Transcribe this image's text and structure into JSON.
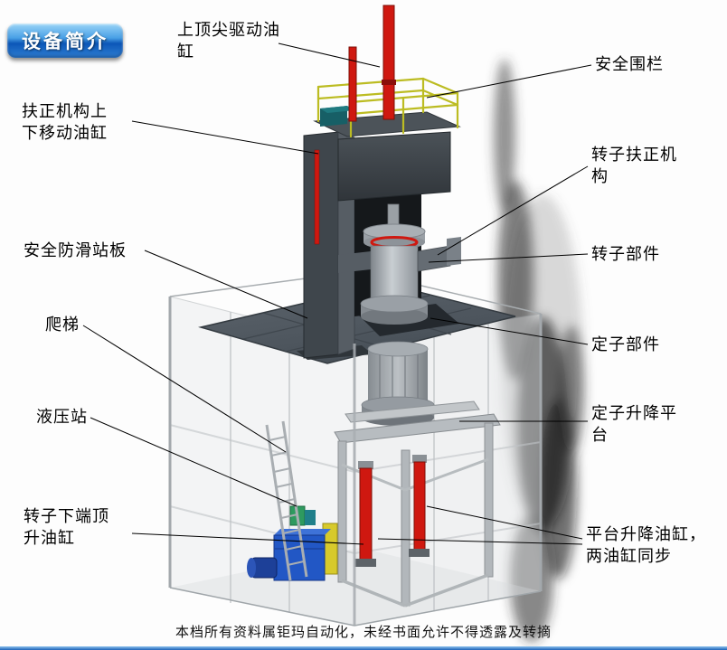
{
  "badge": {
    "label": "设备简介"
  },
  "labels": {
    "top_tip_cylinder": "上顶尖驱动油\n缸",
    "safety_fence": "安全围栏",
    "centering_move_cylinder": "扶正机构上\n下移动油缸",
    "rotor_centering_mechanism": "转子扶正机\n构",
    "antislip_platform": "安全防滑站板",
    "rotor_part": "转子部件",
    "ladder": "爬梯",
    "stator_part": "定子部件",
    "hydraulic_station": "液压站",
    "stator_lift_platform": "定子升降平\n台",
    "rotor_bottom_jack_cylinder": "转子下端顶\n升油缸",
    "platform_lift_cylinders": "平台升降油缸，\n两油缸同步"
  },
  "footer": {
    "text": "本档所有资料属钜玛自动化，未经书面允许不得透露及转摘"
  },
  "colors": {
    "badge-top": "#9bd5f7",
    "badge-bottom": "#0c57b8",
    "red": "#cf1810",
    "yellow": "#bcbc22",
    "hyd-blue": "#2257c5",
    "hyd-yellow": "#d7ca2b"
  }
}
